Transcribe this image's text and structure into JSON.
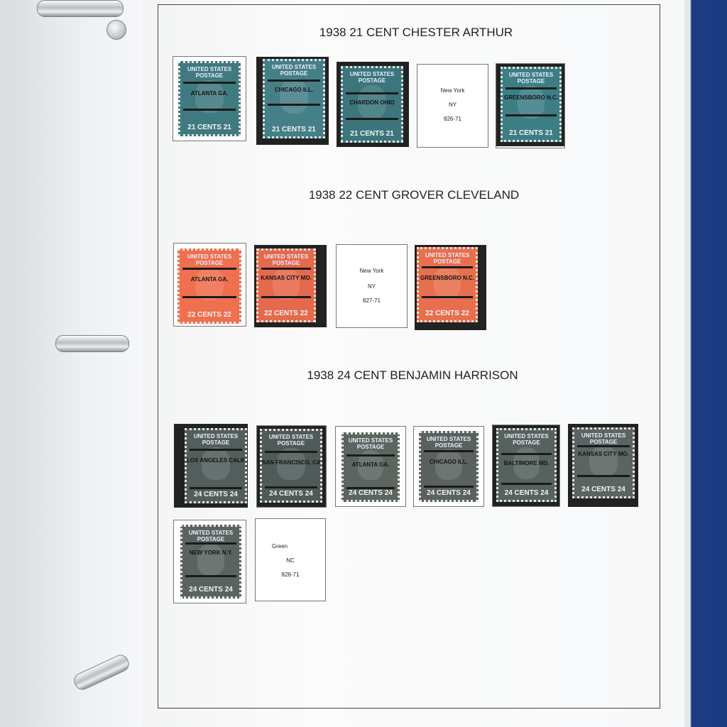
{
  "sections": [
    {
      "title": "1938 21 CENT CHESTER ARTHUR"
    },
    {
      "title": "1938 22 CENT GROVER CLEVELAND"
    },
    {
      "title": "1938 24 CENT BENJAMIN HARRISON"
    }
  ],
  "stamp_text": {
    "top": "UNITED STATES POSTAGE",
    "bottom_21": "21 CENTS 21",
    "bottom_22": "22 CENTS 22",
    "bottom_24": "24 CENTS 24"
  },
  "precancels": {
    "s21_1": "ATLANTA GA.",
    "s21_2": "CHICAGO ILL.",
    "s21_3": "CHARDON OHIO",
    "s21_4": "GREENSBORO N.C.",
    "s22_1": "ATLANTA GA.",
    "s22_2": "KANSAS CITY MO.",
    "s22_4": "GREENSBORO N.C.",
    "s24_1": "LOS ANGELES CALIF.",
    "s24_2": "SAN FRANCISCO, CALIF.",
    "s24_3": "ATLANTA GA.",
    "s24_4": "CHICAGO ILL.",
    "s24_5": "BALTIMORE MD.",
    "s24_6": "KANSAS CITY MO.",
    "s24_7": "NEW YORK N.Y."
  },
  "placeholders": {
    "p21": {
      "city": "New York",
      "state": "NY",
      "code": "826-71"
    },
    "p22": {
      "city": "New York",
      "state": "NY",
      "code": "827-71"
    },
    "p24": {
      "city": "Green",
      "state": "NC",
      "code": "828-71"
    }
  },
  "colors": {
    "teal": "#3f7a80",
    "orange": "#e76a4c",
    "slate": "#4f5a58"
  }
}
